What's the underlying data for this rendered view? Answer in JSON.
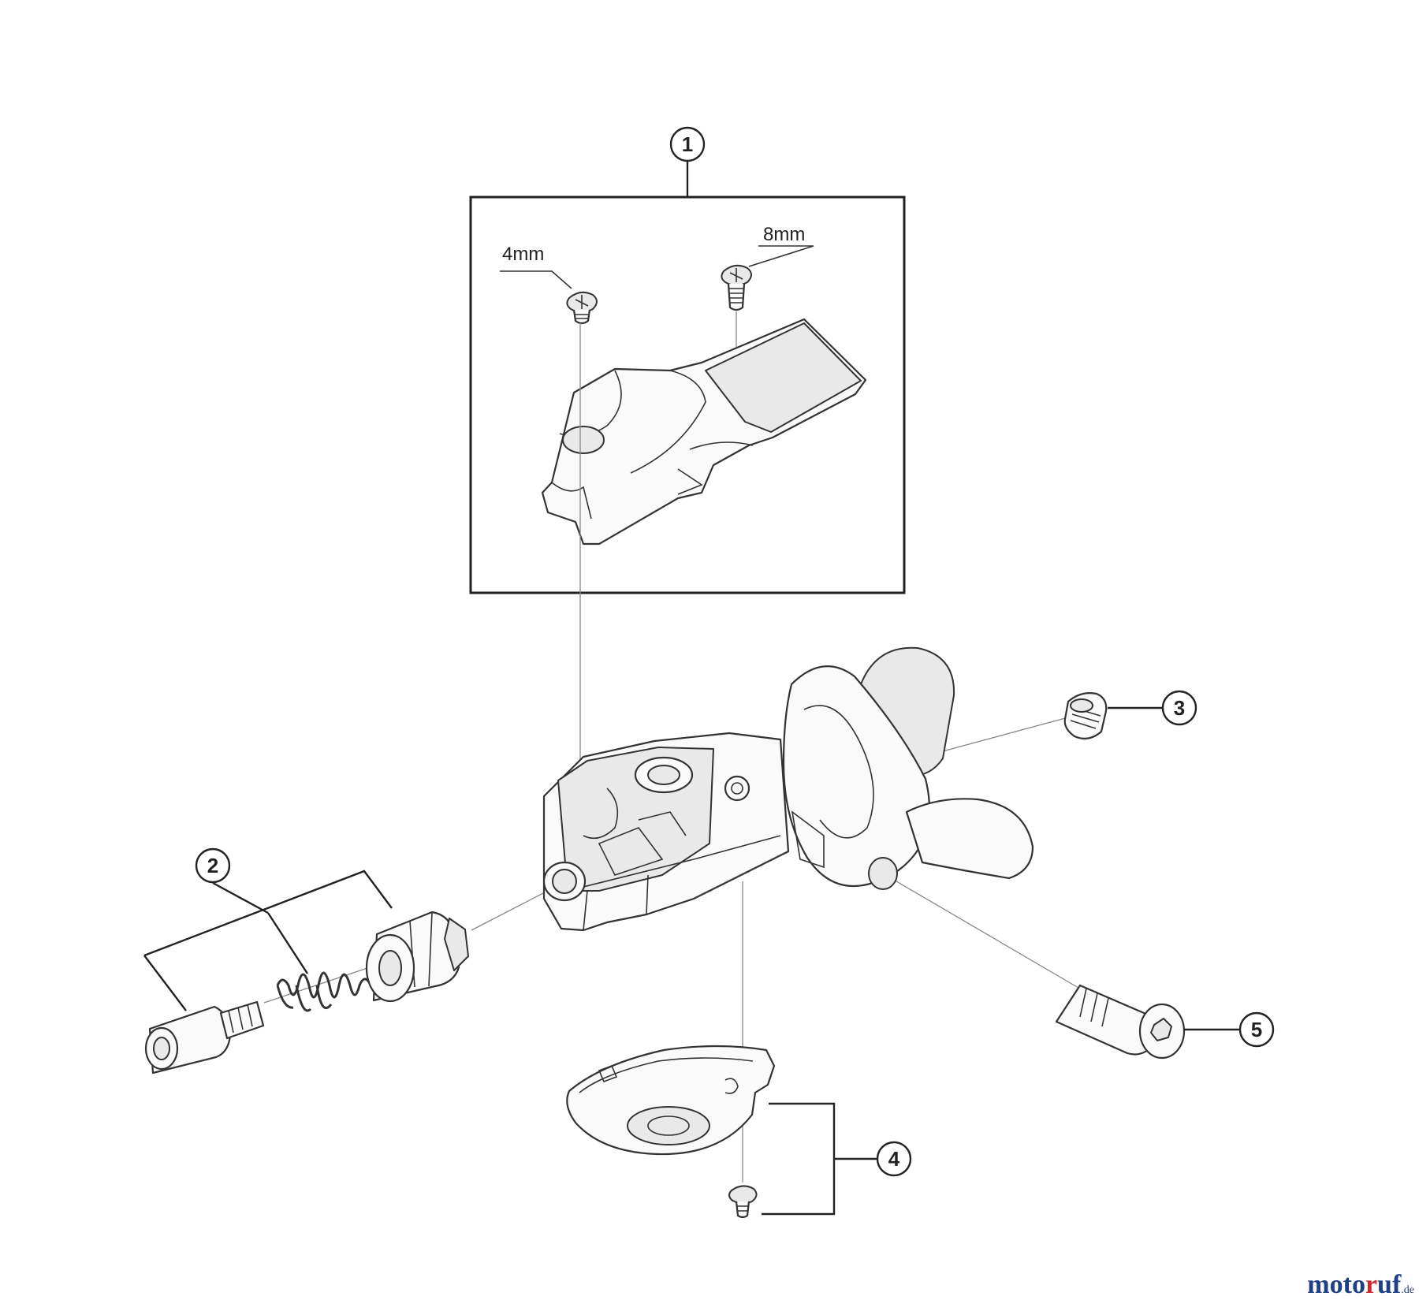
{
  "callouts": [
    {
      "id": "1",
      "label": "1"
    },
    {
      "id": "2",
      "label": "2"
    },
    {
      "id": "3",
      "label": "3"
    },
    {
      "id": "4",
      "label": "4"
    },
    {
      "id": "5",
      "label": "5"
    }
  ],
  "dimensions": {
    "screw_a": "4mm",
    "screw_b": "8mm"
  },
  "watermark": {
    "part1": "moto",
    "part2": "r",
    "part3": "uf",
    "tld": ".de"
  },
  "colors": {
    "watermark_blue": "#1f3f86",
    "watermark_red": "#d2262e"
  }
}
